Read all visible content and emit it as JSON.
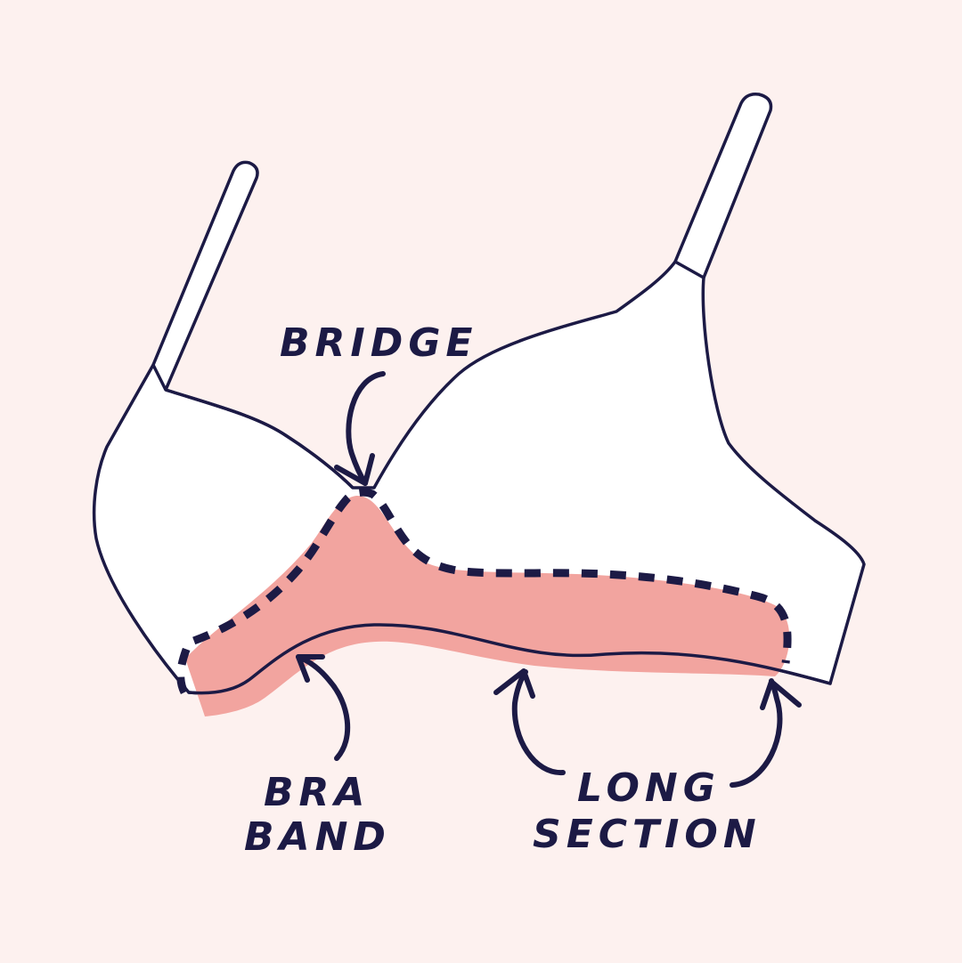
{
  "colors": {
    "background": "#fdf1ef",
    "ink": "#1c1a45",
    "highlight": "#f2a49f",
    "garment_fill": "#ffffff"
  },
  "labels": {
    "bridge": "BRIDGE",
    "bra_band_line1": "BRA",
    "bra_band_line2": "BAND",
    "long_section_line1": "LONG",
    "long_section_line2": "SECTION"
  }
}
